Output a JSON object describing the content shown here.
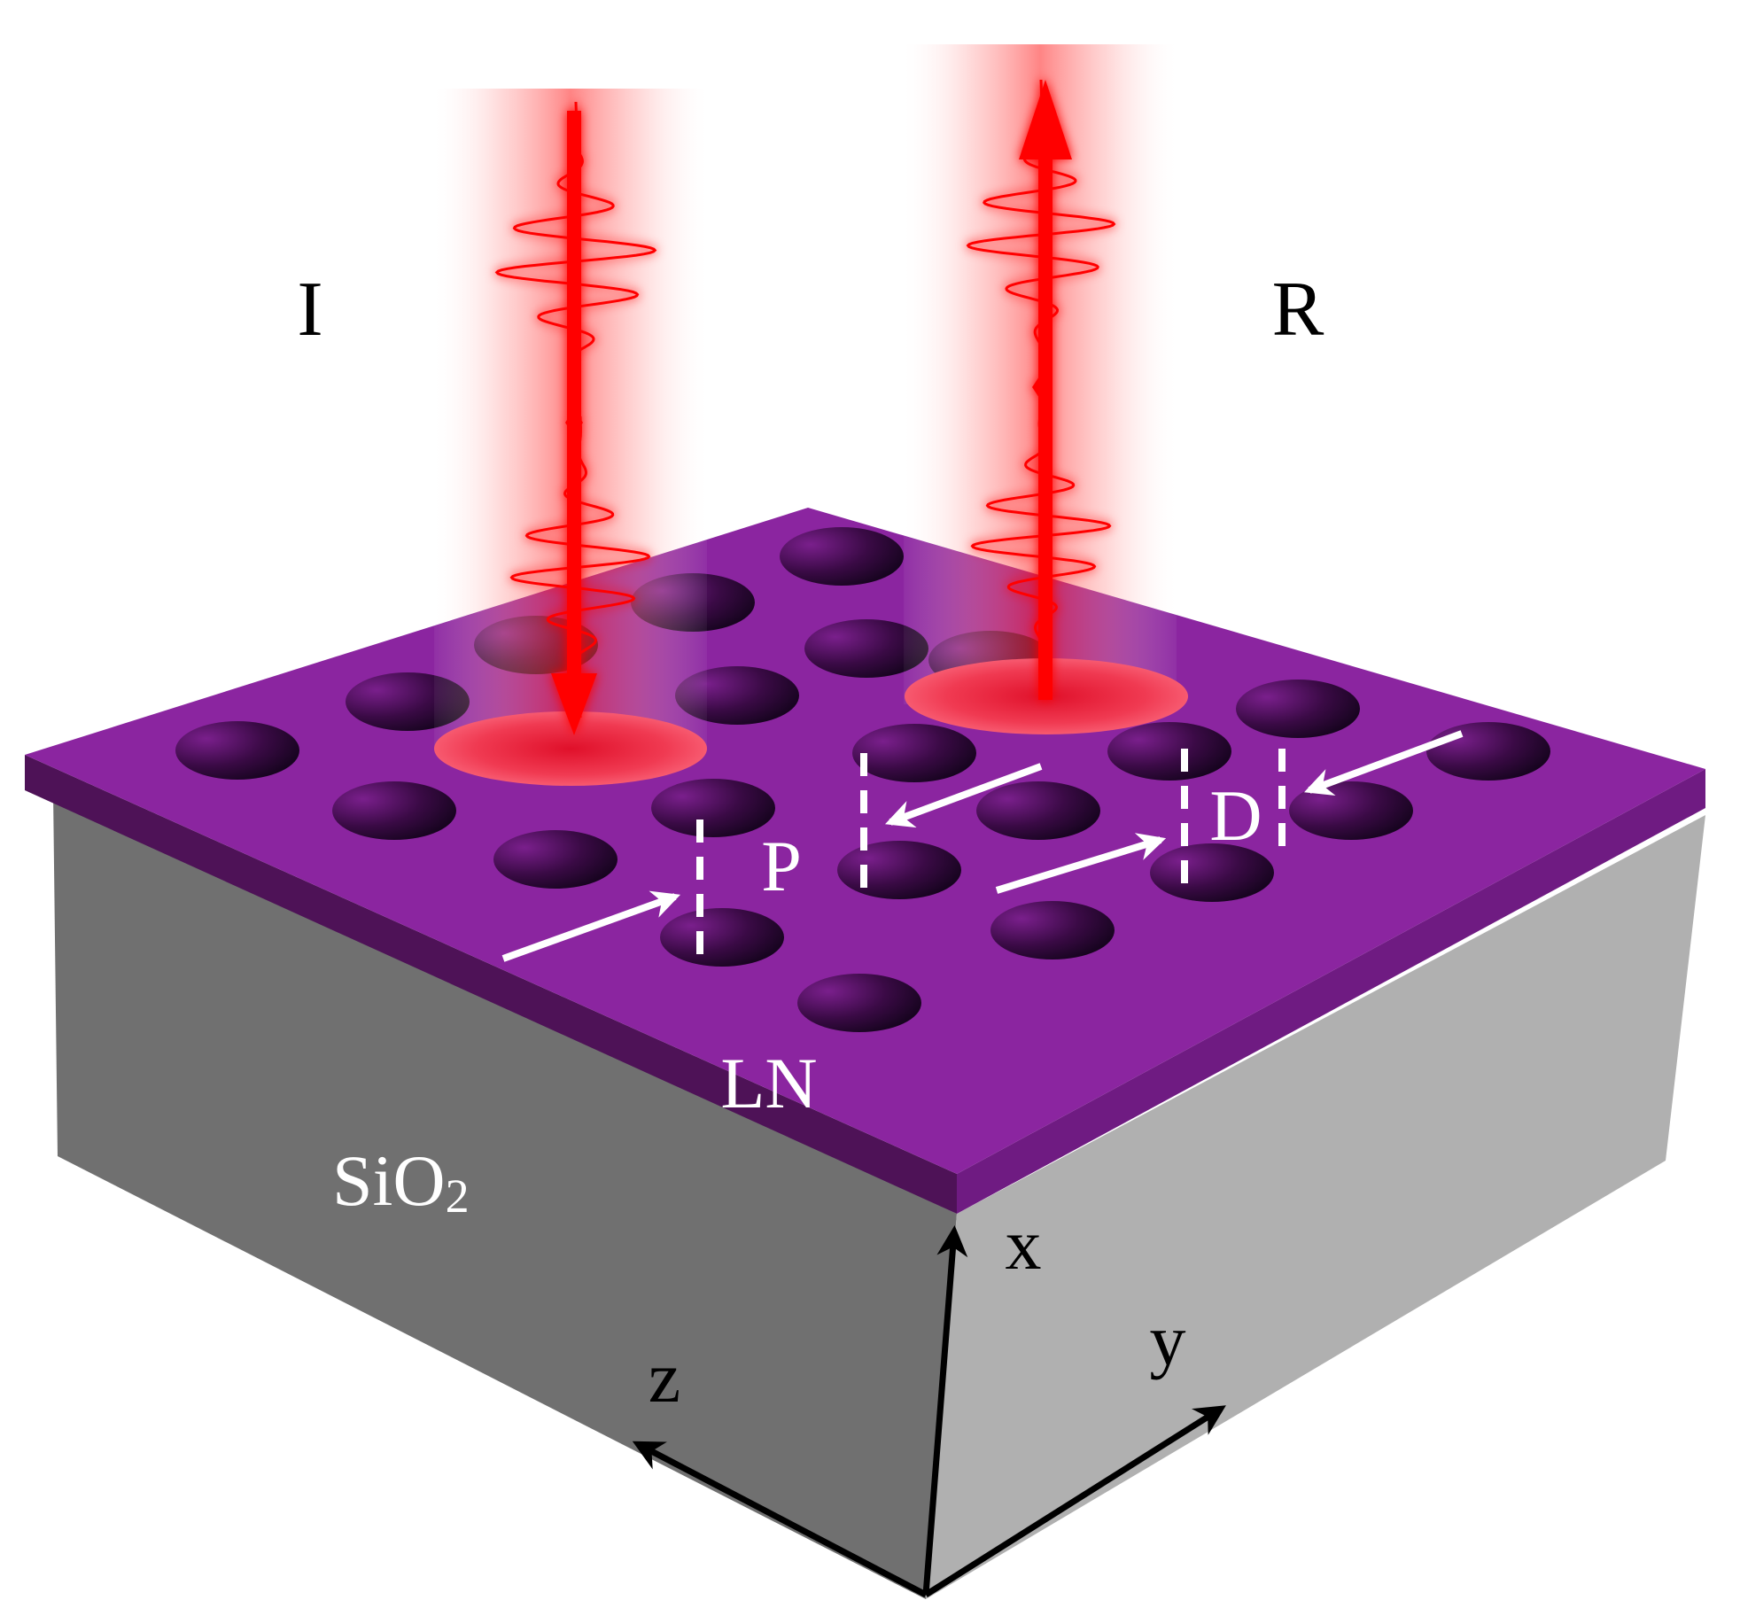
{
  "labels": {
    "incident": "I",
    "reflected": "R",
    "period": "P",
    "diameter": "D",
    "film": "LN",
    "substrate_main": "SiO",
    "substrate_sub": "2",
    "axis_x": "x",
    "axis_y": "y",
    "axis_z": "z"
  },
  "colors": {
    "ln_top": "#8b25a0",
    "ln_front": "#4e1257",
    "ln_right": "#6f1b82",
    "sio2_front": "#707070",
    "sio2_right": "#b0b0b0",
    "beam": "#ff0000",
    "annotation": "#ffffff",
    "axis": "#000000"
  }
}
